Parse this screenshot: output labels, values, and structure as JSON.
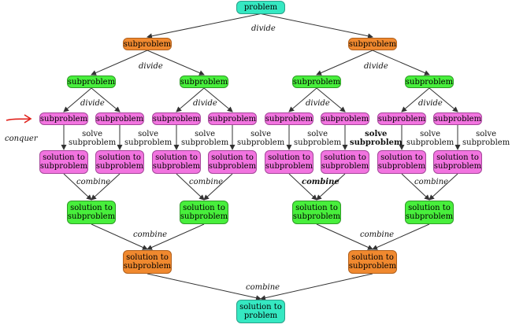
{
  "nodes": {
    "root": "problem",
    "sub": "subproblem",
    "sol": "solution to\nsubproblem",
    "final": "solution to\nproblem"
  },
  "labels": {
    "divide": "divide",
    "combine": "combine",
    "solve": "solve\nsubproblem",
    "conquer": "conquer"
  },
  "colors": {
    "teal": "#35e8c2",
    "orange": "#f0892f",
    "green": "#48ef3c",
    "pink": "#f274e0",
    "edge": "#333333",
    "annotation": "#e0201a"
  }
}
